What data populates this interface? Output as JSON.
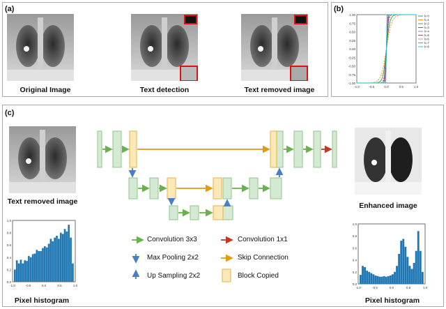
{
  "panels": {
    "a": {
      "label": "(a)"
    },
    "b": {
      "label": "(b)"
    },
    "c": {
      "label": "(c)"
    }
  },
  "captions": {
    "original": "Original Image",
    "detection": "Text detection",
    "removed_top": "Text removed image",
    "removed_c": "Text removed image",
    "enhanced": "Enhanced image",
    "hist_left": "Pixel histogram",
    "hist_right": "Pixel histogram"
  },
  "legend": {
    "conv3": "Convolution 3x3",
    "conv1": "Convolution  1x1",
    "maxpool": "Max Pooling 2x2",
    "skip": "Skip Connection",
    "upsample": "Up Sampling 2x2",
    "copied": "Block Copied"
  },
  "colors": {
    "block": "#d5ead2",
    "block_border": "#8fc48a",
    "copied": "#fce9b8",
    "copied_border": "#e8b14a",
    "conv3_arrow": "#6ab04c",
    "conv1_arrow": "#c0392b",
    "skip_arrow": "#e69a10",
    "pool_arrow": "#4a7fc1",
    "hist_bar": "#1f77b4",
    "detect_box": "#e01010"
  },
  "chart_data": [
    {
      "type": "line",
      "yticks": [
        "1.00",
        "0.75",
        "0.50",
        "0.25",
        "0.00",
        "-0.25",
        "-0.50",
        "-0.75",
        "-1.00"
      ],
      "xticks": [
        "-1.0",
        "-0.5",
        "0.0",
        "0.5",
        "1.0"
      ],
      "xlim": [
        -1,
        1
      ],
      "ylim": [
        -1,
        1
      ],
      "legend_placement": "right",
      "series": [
        {
          "name": "k=0",
          "k": 0,
          "color": "#1f77b4"
        },
        {
          "name": "k=1",
          "k": 1,
          "color": "#ff7f0e"
        },
        {
          "name": "k=2",
          "k": 2,
          "color": "#2ca02c"
        },
        {
          "name": "k=3",
          "k": 3,
          "color": "#d62728"
        },
        {
          "name": "k=4",
          "k": 4,
          "color": "#9467bd"
        },
        {
          "name": "k=5",
          "k": 5,
          "color": "#8c564b"
        },
        {
          "name": "k=6",
          "k": 6,
          "color": "#e377c2"
        },
        {
          "name": "k=7",
          "k": 7,
          "color": "#7f7f7f"
        },
        {
          "name": "k=8",
          "k": 8,
          "color": "#17becf"
        }
      ]
    },
    {
      "type": "bar",
      "xticks": [
        "-1.0",
        "-0.5",
        "0.0",
        "0.5",
        "1.0"
      ],
      "yticks": [
        "1.0",
        "0.8",
        "0.6",
        "0.4",
        "0.2",
        "0.0"
      ],
      "xlim": [
        -1,
        1
      ],
      "ylim": [
        0,
        1
      ],
      "values": [
        0.2,
        0.35,
        0.3,
        0.36,
        0.3,
        0.35,
        0.34,
        0.42,
        0.4,
        0.45,
        0.46,
        0.52,
        0.5,
        0.5,
        0.55,
        0.58,
        0.56,
        0.62,
        0.7,
        0.66,
        0.72,
        0.75,
        0.7,
        0.8,
        0.78,
        0.86,
        0.82,
        0.93,
        0.72,
        0.3
      ]
    },
    {
      "type": "bar",
      "xticks": [
        "-1.0",
        "-0.5",
        "0.0",
        "0.5",
        "1.0"
      ],
      "yticks": [
        "1.0",
        "0.8",
        "0.6",
        "0.4",
        "0.2",
        "0.0"
      ],
      "xlim": [
        -1,
        1
      ],
      "ylim": [
        0,
        1
      ],
      "values": [
        0.15,
        0.3,
        0.28,
        0.22,
        0.2,
        0.18,
        0.16,
        0.14,
        0.13,
        0.12,
        0.12,
        0.13,
        0.12,
        0.13,
        0.14,
        0.16,
        0.2,
        0.3,
        0.5,
        0.72,
        0.75,
        0.62,
        0.45,
        0.3,
        0.25,
        0.35,
        0.55,
        0.88,
        0.55,
        0.2
      ]
    }
  ]
}
